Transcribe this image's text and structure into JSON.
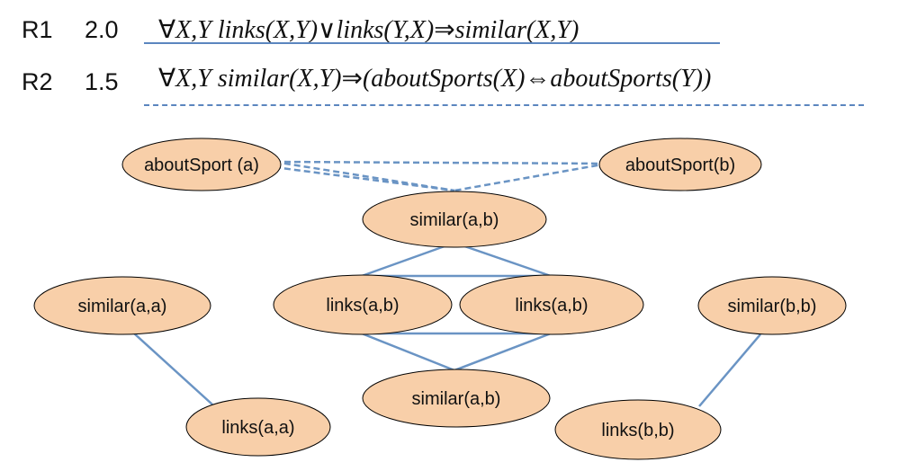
{
  "rules": [
    {
      "id": "R1",
      "weight": "2.0",
      "formula_parts": [
        "∀",
        "X,Y links(X,Y)",
        "∨",
        "links(Y,X)",
        "⇒",
        "similar(X,Y)"
      ]
    },
    {
      "id": "R2",
      "weight": "1.5",
      "formula_parts": [
        "∀",
        "X,Y similar(X,Y)",
        "⇒",
        "(aboutSports(X)",
        "⇔",
        "aboutSports(Y))"
      ]
    }
  ],
  "nodes": {
    "aboutSport_a": "aboutSport (a)",
    "aboutSport_b": "aboutSport(b)",
    "similar_ab_top": "similar(a,b)",
    "links_ab_left": "links(a,b)",
    "links_ab_right": "links(a,b)",
    "similar_ab_bottom": "similar(a,b)",
    "similar_aa": "similar(a,a)",
    "links_aa": "links(a,a)",
    "similar_bb": "similar(b,b)",
    "links_bb": "links(b,b)"
  },
  "colors": {
    "node_fill": "#f8cfa9",
    "edge": "#6a94c4"
  }
}
